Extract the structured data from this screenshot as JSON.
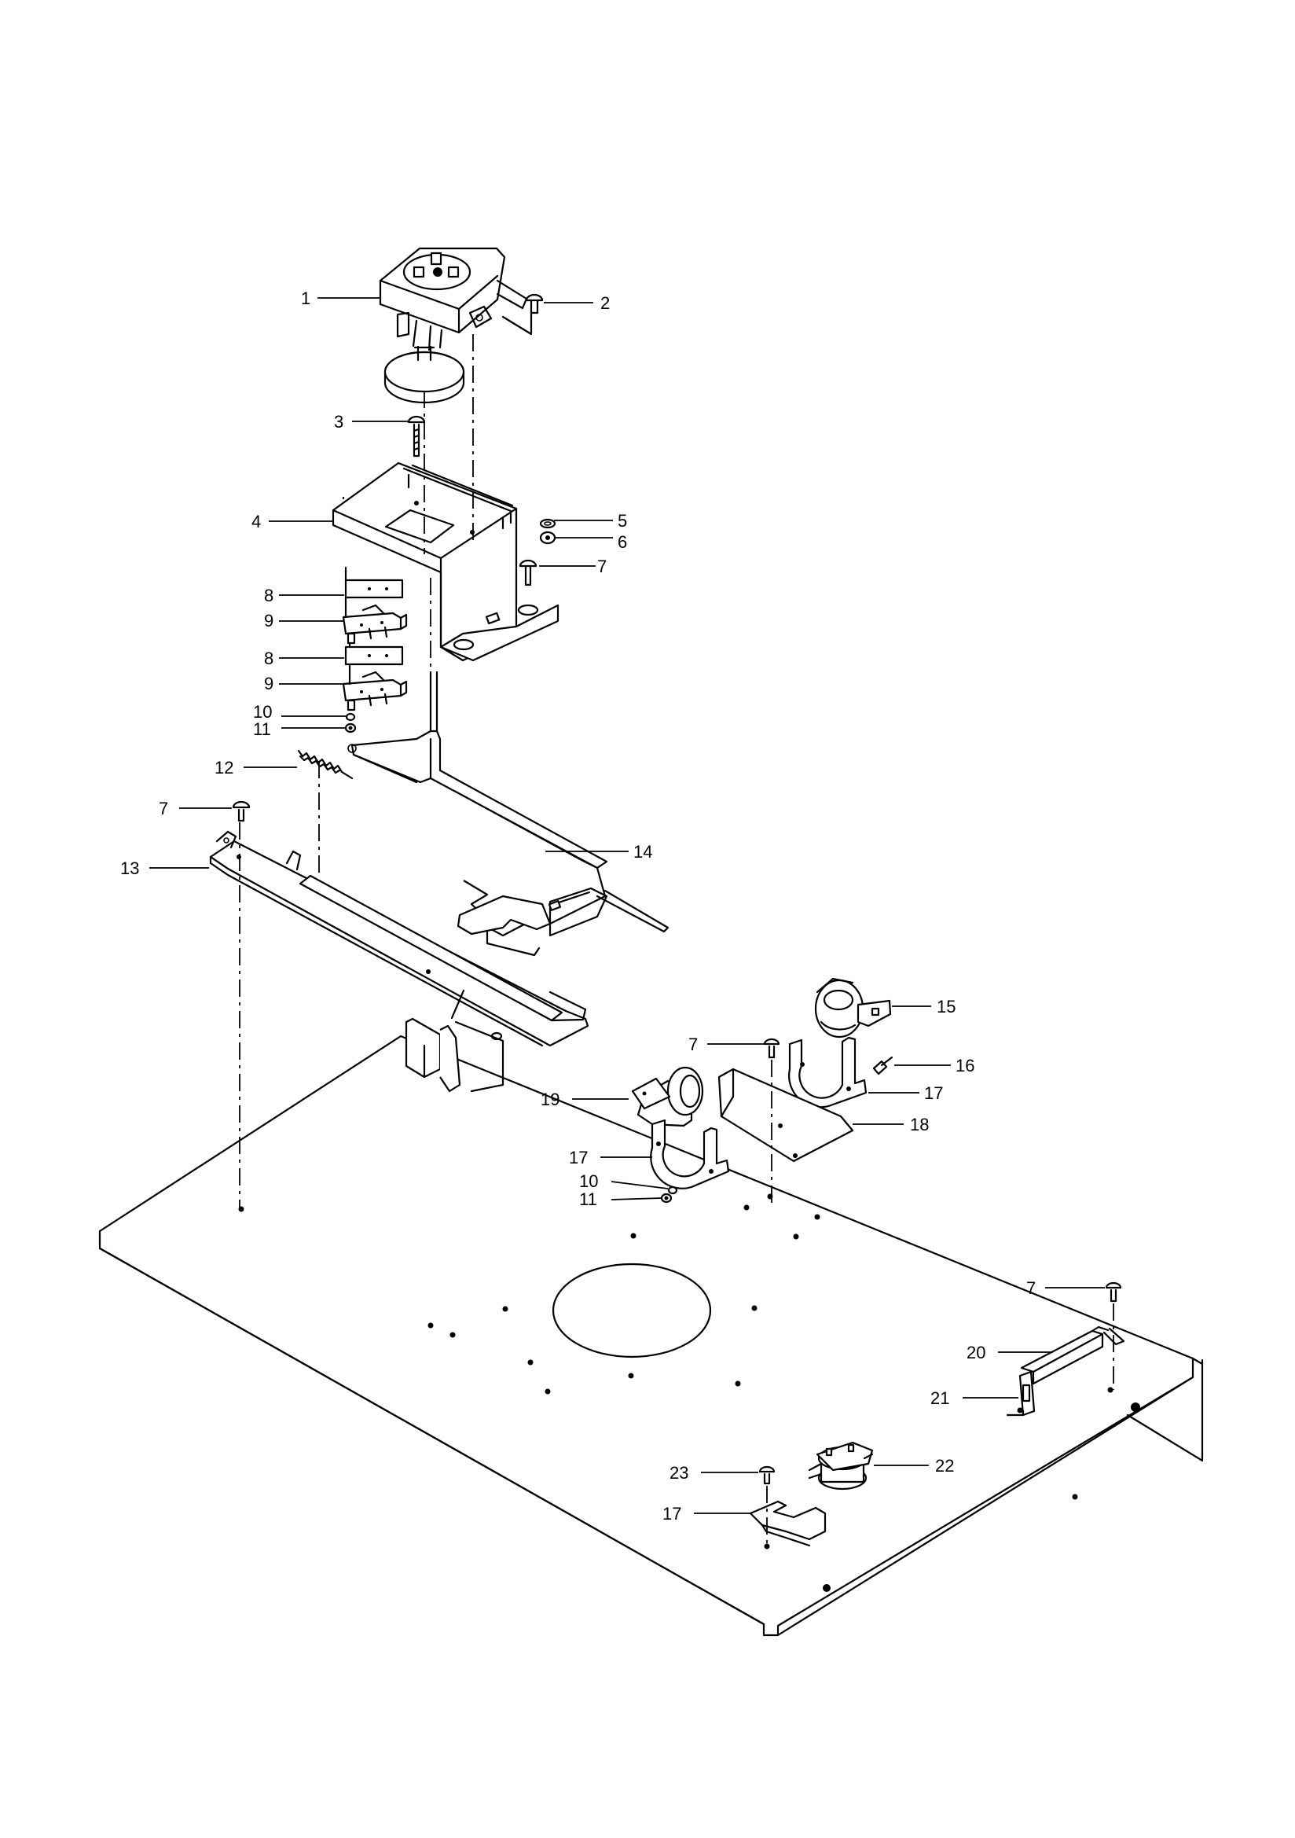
{
  "callouts": [
    {
      "id": "c1",
      "text": "1"
    },
    {
      "id": "c2",
      "text": "2"
    },
    {
      "id": "c3",
      "text": "3"
    },
    {
      "id": "c4",
      "text": "4"
    },
    {
      "id": "c5",
      "text": "5"
    },
    {
      "id": "c6",
      "text": "6"
    },
    {
      "id": "c7a",
      "text": "7"
    },
    {
      "id": "c8a",
      "text": "8"
    },
    {
      "id": "c9a",
      "text": "9"
    },
    {
      "id": "c8b",
      "text": "8"
    },
    {
      "id": "c9b",
      "text": "9"
    },
    {
      "id": "c10a",
      "text": "10"
    },
    {
      "id": "c11a",
      "text": "11"
    },
    {
      "id": "c12",
      "text": "12"
    },
    {
      "id": "c7b",
      "text": "7"
    },
    {
      "id": "c13",
      "text": "13"
    },
    {
      "id": "c14",
      "text": "14"
    },
    {
      "id": "c15",
      "text": "15"
    },
    {
      "id": "c7c",
      "text": "7"
    },
    {
      "id": "c16",
      "text": "16"
    },
    {
      "id": "c17a",
      "text": "17"
    },
    {
      "id": "c19",
      "text": "19"
    },
    {
      "id": "c18",
      "text": "18"
    },
    {
      "id": "c17b",
      "text": "17"
    },
    {
      "id": "c10b",
      "text": "10"
    },
    {
      "id": "c11b",
      "text": "11"
    },
    {
      "id": "c7d",
      "text": "7"
    },
    {
      "id": "c20",
      "text": "20"
    },
    {
      "id": "c21",
      "text": "21"
    },
    {
      "id": "c22",
      "text": "22"
    },
    {
      "id": "c23",
      "text": "23"
    },
    {
      "id": "c17c",
      "text": "17"
    }
  ]
}
